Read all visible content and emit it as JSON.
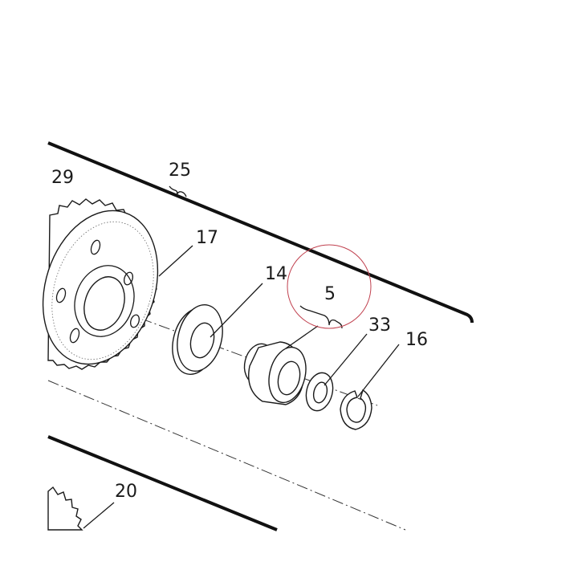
{
  "callouts": {
    "c29": "29",
    "c25": "25",
    "c17": "17",
    "c14": "14",
    "c5": "5",
    "c33": "33",
    "c16": "16",
    "c20": "20"
  },
  "highlight_color": "#c0404e"
}
